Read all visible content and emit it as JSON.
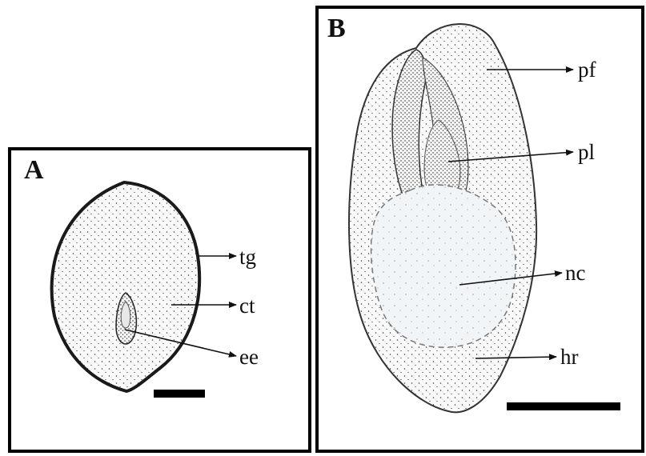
{
  "panels": [
    {
      "letter": "A",
      "labels": [
        "tg",
        "ct",
        "ee"
      ]
    },
    {
      "letter": "B",
      "labels": [
        "pf",
        "pl",
        "nc",
        "hr"
      ]
    }
  ]
}
